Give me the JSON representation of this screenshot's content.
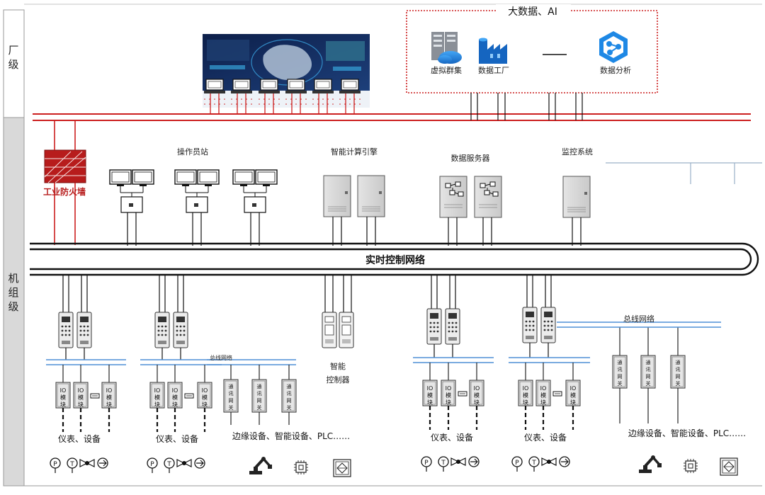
{
  "levels": {
    "plant": "厂级",
    "unit": "机组级"
  },
  "bigdata": {
    "title": "大数据、AI",
    "virtual_cluster": "虚拟群集",
    "data_factory": "数据工厂",
    "data_analysis": "数据分析"
  },
  "firewall": {
    "label": "工业防火墙"
  },
  "stations": {
    "operator": "操作员站",
    "compute": "智能计算引擎",
    "data_server": "数据服务器",
    "monitoring": "监控系统"
  },
  "network": {
    "realtime": "实时控制网络"
  },
  "field": {
    "bus_small": "总线网络",
    "bus_right": "总线网络",
    "smart_controller": "智能\n控制器",
    "io_module": "IO\n模\n块",
    "gateway": "通\n讯\n网\n关",
    "instruments": "仪表、设备",
    "edge": "边缘设备、智能设备、PLC……"
  },
  "colors": {
    "red": "#cc1f1f",
    "bus_blue": "#4f8fd6",
    "dark": "#111111",
    "grey_panel": "#d8d8d8"
  }
}
